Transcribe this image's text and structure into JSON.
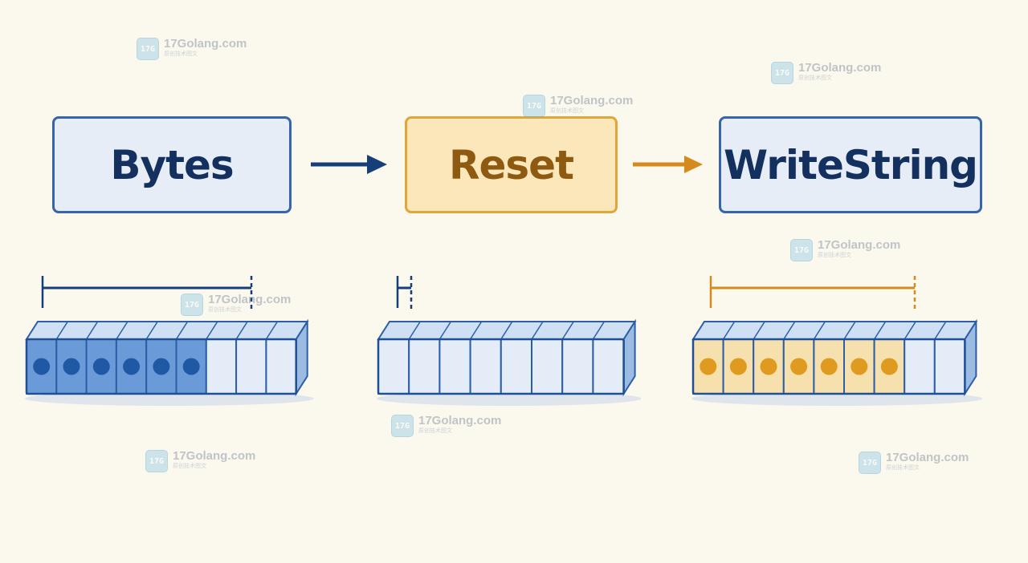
{
  "steps": [
    {
      "label": "Bytes"
    },
    {
      "label": "Reset"
    },
    {
      "label": "WriteString"
    }
  ],
  "buffers": [
    {
      "cells": 9,
      "filled": 6,
      "fill_color": "#1f59a6",
      "cell_tint": "#6a9bd8"
    },
    {
      "cells": 8,
      "filled": 0,
      "fill_color": "#1f59a6",
      "cell_tint": "#dbe7f5"
    },
    {
      "cells": 9,
      "filled": 7,
      "fill_color": "#df9a1f",
      "cell_tint": "#f6e0ad"
    }
  ],
  "colors": {
    "blue_border": "#3566ad",
    "blue_dark": "#13305e",
    "orange_border": "#e0a63a",
    "orange_text": "#8e5a12",
    "arrow_blue": "#163f7a",
    "arrow_orange": "#d48a1c"
  },
  "watermark": {
    "site": "17Golang.com",
    "sub": "原创技术图文",
    "logo_text": "17G"
  }
}
